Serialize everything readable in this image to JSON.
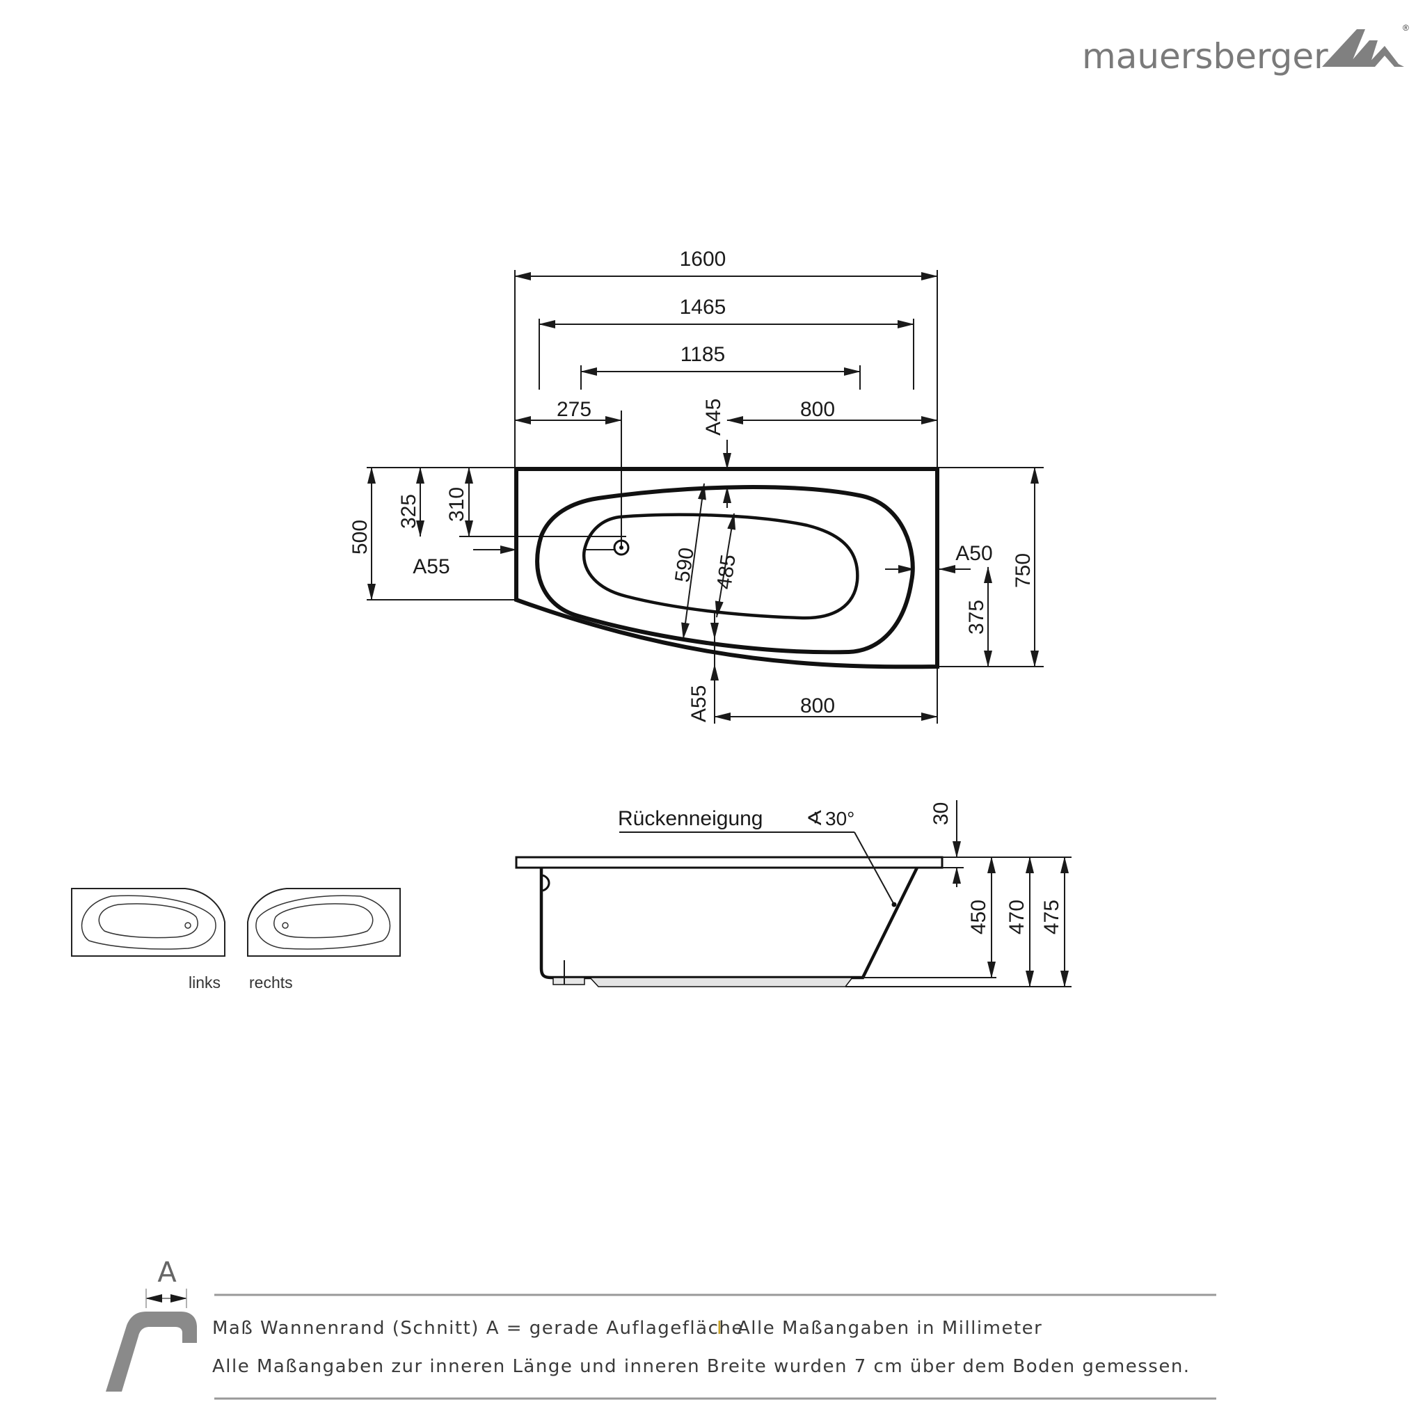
{
  "brand": {
    "name": "mauersberger",
    "registered": "®",
    "logo_icon": "mountain-m-logo-icon"
  },
  "top_view": {
    "dims": {
      "overall_length": "1600",
      "outer_inner_length": "1465",
      "inner_length": "1185",
      "drain_offset": "275",
      "right_section_top": "800",
      "right_section_bottom": "800",
      "rim_top": "A45",
      "rim_left": "A55",
      "rim_right": "A50",
      "rim_bottom": "A55",
      "left_height": "500",
      "drain_y_outer": "325",
      "drain_y_inner": "310",
      "inner_width_outer": "590",
      "inner_width": "485",
      "overall_width": "750",
      "half_width": "375"
    }
  },
  "side_view": {
    "back_slope_label": "Rückenneigung",
    "back_slope_angle": "30°",
    "rim_thickness": "30",
    "height_450": "450",
    "height_470": "470",
    "height_475": "475"
  },
  "variants": [
    {
      "label": "links"
    },
    {
      "label": "rechts"
    }
  ],
  "footer": {
    "symbol_label": "A",
    "line1_left": "Maß Wannenrand (Schnitt) A = gerade Auflagefläche",
    "separator": "I",
    "line1_right": "Alle Maßangaben in Millimeter",
    "line2": "Alle Maßangaben zur inneren Länge und inneren Breite wurden 7 cm über dem Boden gemessen.",
    "separator_color": "#c9a227"
  }
}
